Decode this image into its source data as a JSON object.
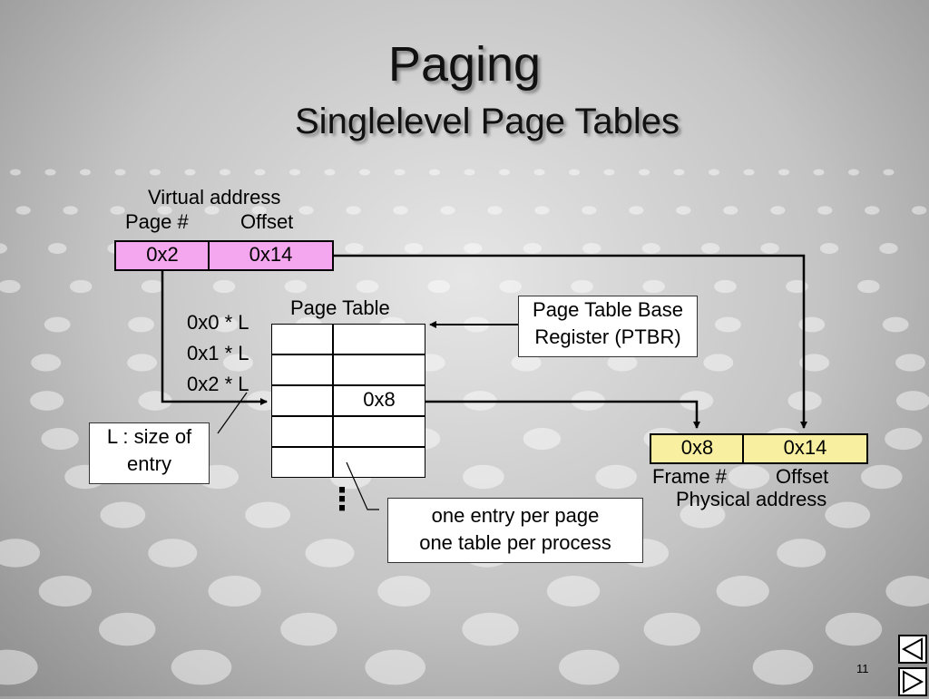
{
  "slide": {
    "title": "Paging",
    "subtitle": "Singlelevel Page Tables",
    "page_number": "11"
  },
  "virtual_address": {
    "label": "Virtual address",
    "page_label": "Page #",
    "offset_label": "Offset",
    "page_value": "0x2",
    "offset_value": "0x14",
    "color": "#f4a6ef"
  },
  "page_table": {
    "label": "Page Table",
    "row_labels": [
      "0x0 * L",
      "0x1 * L",
      "0x2 * L"
    ],
    "rows": [
      [
        "",
        ""
      ],
      [
        "",
        ""
      ],
      [
        "",
        "0x8"
      ],
      [
        "",
        ""
      ],
      [
        "",
        ""
      ]
    ],
    "ellipsis": "⋮"
  },
  "ptbr": {
    "line1": "Page Table Base",
    "line2": "Register (PTBR)"
  },
  "l_note": {
    "line1": "L : size of",
    "line2": "entry"
  },
  "entry_note": {
    "line1": "one entry per page",
    "line2": "one table per process"
  },
  "physical_address": {
    "frame_value": "0x8",
    "offset_value": "0x14",
    "frame_label": "Frame #",
    "offset_label": "Offset",
    "label": "Physical address",
    "color": "#f8f0a0"
  }
}
